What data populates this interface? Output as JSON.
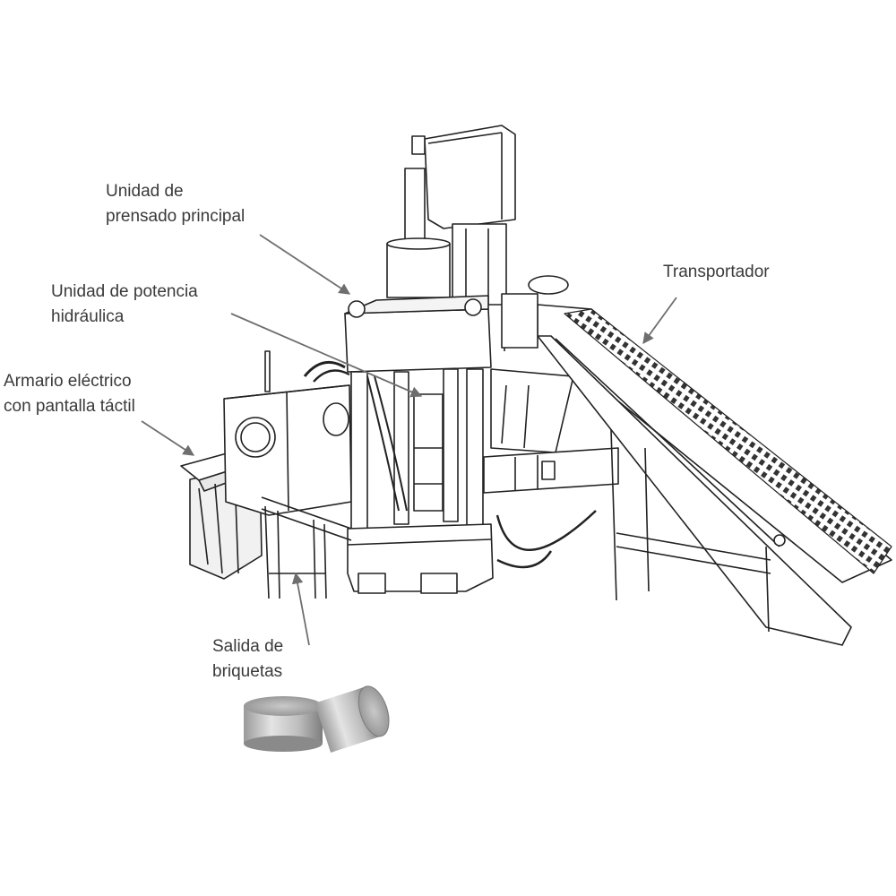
{
  "labels": {
    "main_press": {
      "line1": "Unidad de",
      "line2": "prensado principal"
    },
    "hydraulic_unit": {
      "line1": "Unidad de potencia",
      "line2": "hidráulica"
    },
    "electric_cabinet": {
      "line1": "Armario eléctrico",
      "line2": "con pantalla táctil"
    },
    "conveyor": {
      "line1": "Transportador"
    },
    "briquette_outlet": {
      "line1": "Salida de",
      "line2": "briquetas"
    }
  },
  "colors": {
    "text": "#3a3a3a",
    "line": "#222222",
    "arrow": "#6e6e6e",
    "metal_light": "#d8d8d8",
    "metal_dark": "#8c8c8c"
  }
}
